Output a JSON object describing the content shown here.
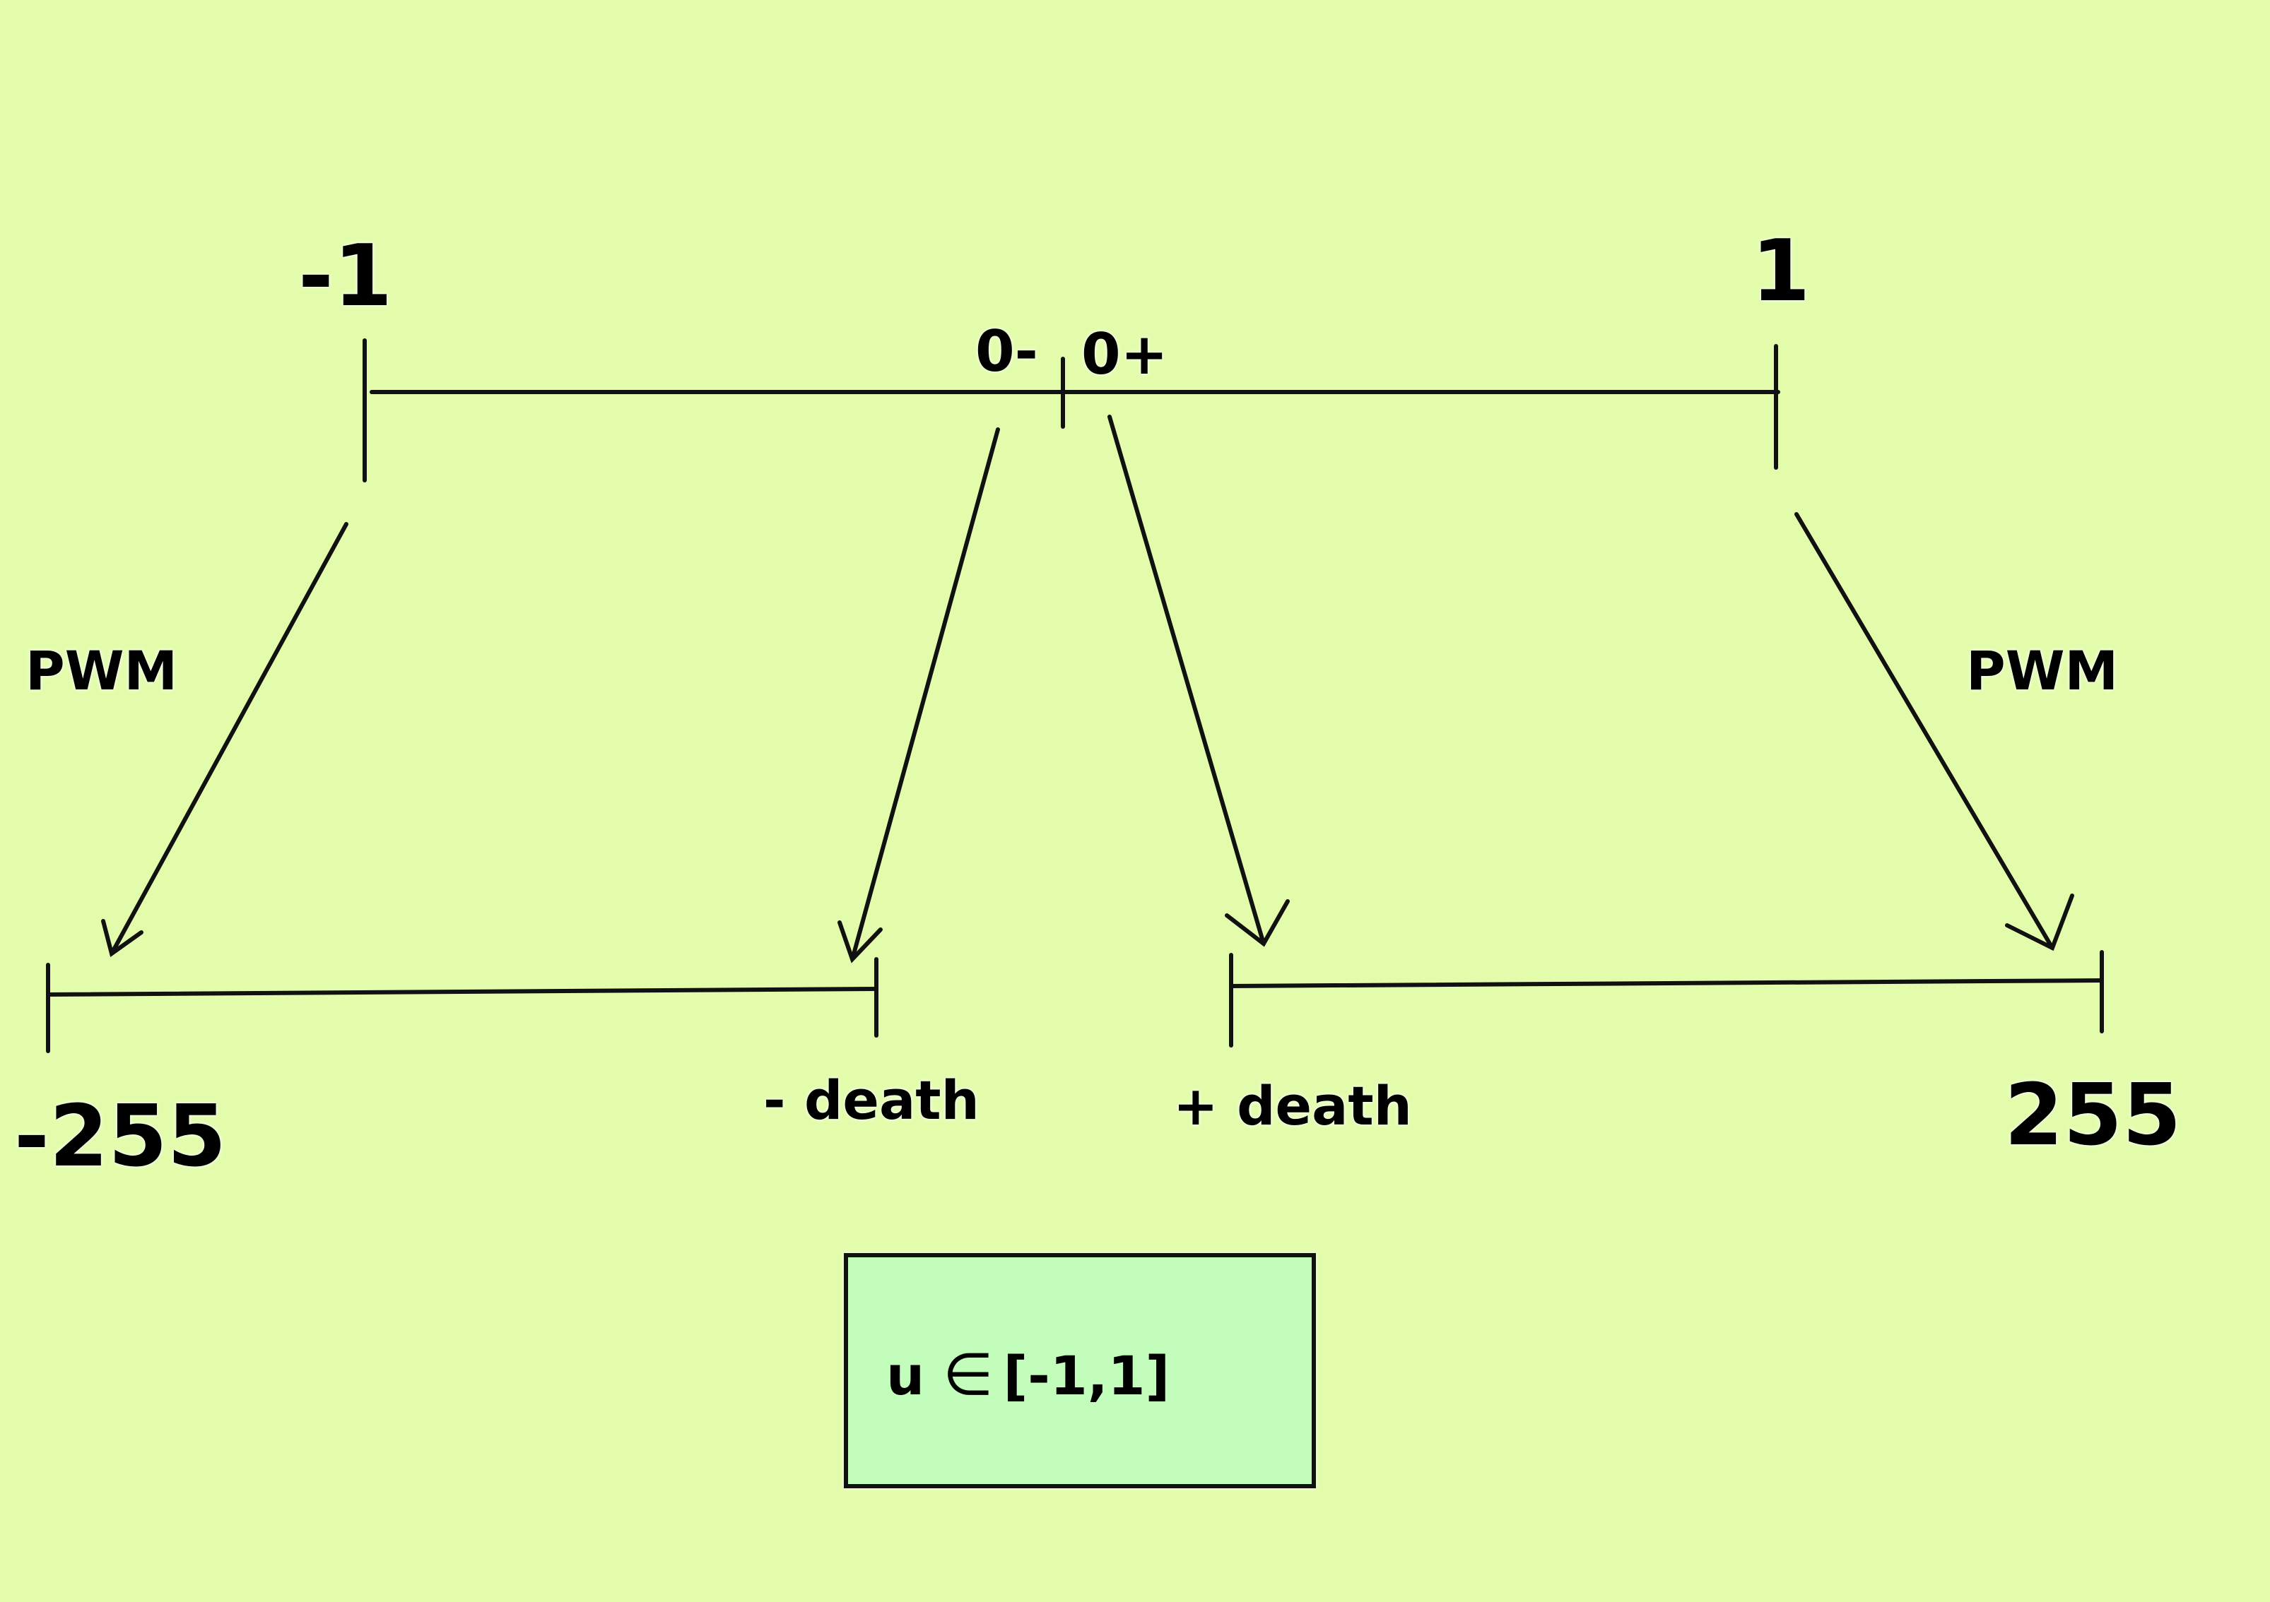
{
  "top_scale": {
    "left_end": "-1",
    "right_end": "1",
    "center_left": "0-",
    "center_right": "0+"
  },
  "bottom_left_scale": {
    "left_end": "-255",
    "right_end": "- death"
  },
  "bottom_right_scale": {
    "left_end": "+ death",
    "right_end": "255"
  },
  "mappings": {
    "left_label": "PWM",
    "right_label": "PWM"
  },
  "formula": {
    "variable": "u",
    "relation": "∈",
    "interval": "[-1,1]"
  },
  "colors": {
    "background": "#e3fcac",
    "box_fill": "#c3fdbc",
    "line": "#111111"
  }
}
